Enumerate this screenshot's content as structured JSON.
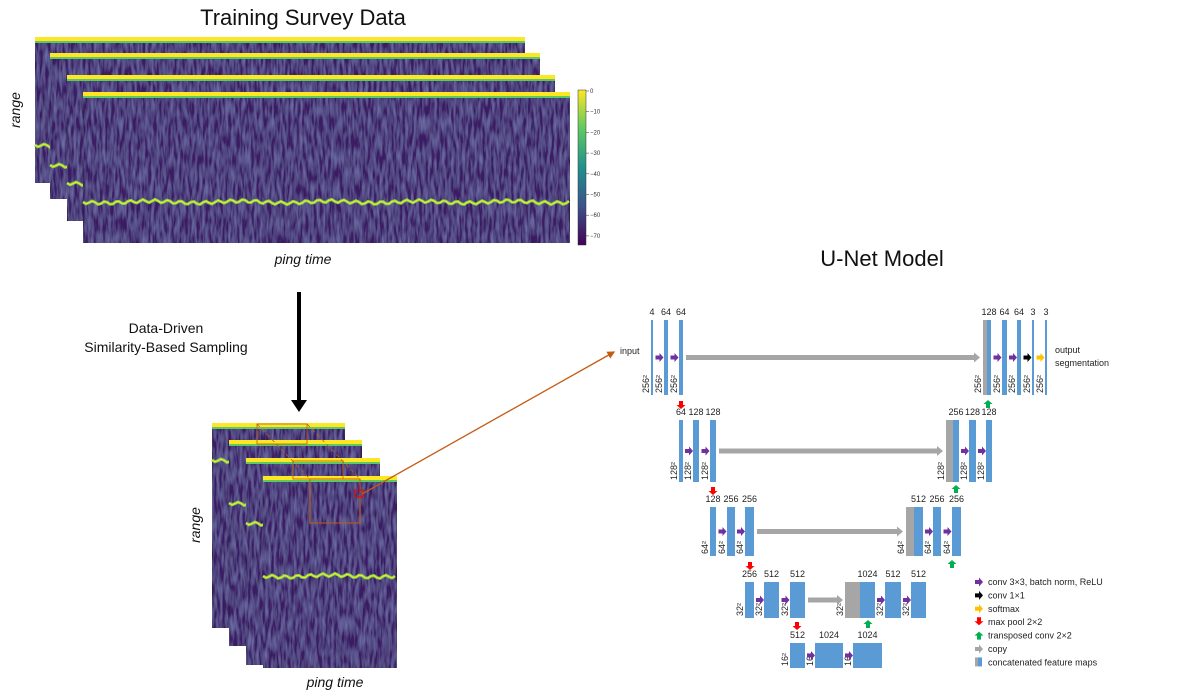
{
  "top": {
    "title": "Training Survey Data",
    "ylabel": "range",
    "xlabel": "ping time",
    "colorbar_ticks": [
      "0",
      "−10",
      "−20",
      "−30",
      "−40",
      "−50",
      "−60",
      "−70"
    ]
  },
  "sampling": {
    "line1": "Data-Driven",
    "line2": "Similarity-Based Sampling"
  },
  "bottom": {
    "ylabel": "range",
    "xlabel": "ping time"
  },
  "unet": {
    "title": "U-Net Model",
    "input_label": "input",
    "output_label_1": "output",
    "output_label_2": "segmentation",
    "rows": [
      {
        "left_channels": [
          "4",
          "64",
          "64"
        ],
        "left_sizes": [
          "256²",
          "256²",
          "256²"
        ],
        "right_channels": [
          "128",
          "64",
          "64",
          "3",
          "3"
        ],
        "right_sizes": [
          "256²",
          "256²",
          "256²",
          "256²",
          "256²"
        ]
      },
      {
        "left_channels": [
          "64",
          "128",
          "128"
        ],
        "left_sizes": [
          "128²",
          "128²",
          "128²"
        ],
        "right_channels": [
          "256",
          "128",
          "128"
        ],
        "right_sizes": [
          "128²",
          "128²",
          "128²"
        ]
      },
      {
        "left_channels": [
          "128",
          "256",
          "256"
        ],
        "left_sizes": [
          "64²",
          "64²",
          "64²"
        ],
        "right_channels": [
          "512",
          "256",
          "256"
        ],
        "right_sizes": [
          "64²",
          "64²",
          "64²"
        ]
      },
      {
        "left_channels": [
          "256",
          "512",
          "512"
        ],
        "left_sizes": [
          "32²",
          "32²",
          "32²"
        ],
        "right_channels": [
          "1024",
          "512",
          "512"
        ],
        "right_sizes": [
          "32²",
          "32²",
          "32²"
        ]
      },
      {
        "left_channels": [
          "512",
          "1024",
          "1024"
        ],
        "left_sizes": [
          "16²",
          "16²",
          "16²"
        ],
        "right_channels": [],
        "right_sizes": []
      }
    ],
    "legend": [
      {
        "icon": "purple-arrow",
        "color": "#7030a0",
        "label": "conv 3×3, batch norm, ReLU"
      },
      {
        "icon": "black-arrow",
        "color": "#000000",
        "label": "conv 1×1"
      },
      {
        "icon": "yellow-arrow",
        "color": "#ffc000",
        "label": "softmax"
      },
      {
        "icon": "red-down-arrow",
        "color": "#ff0000",
        "label": "max pool 2×2"
      },
      {
        "icon": "green-up-arrow",
        "color": "#00b050",
        "label": "transposed conv 2×2"
      },
      {
        "icon": "gray-arrow",
        "color": "#a6a6a6",
        "label": "copy"
      },
      {
        "icon": "concat-block",
        "color": "#5b9bd5",
        "label": "concatenated feature maps"
      }
    ]
  },
  "colors": {
    "block": "#5b9bd5",
    "copy": "#a6a6a6",
    "annotation": "#c55a11"
  }
}
